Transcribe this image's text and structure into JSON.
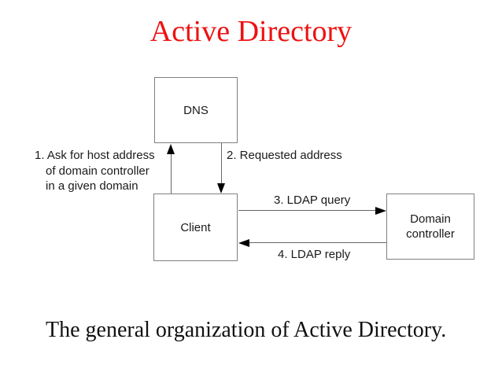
{
  "slide": {
    "title": "Active Directory",
    "caption": "The general organization of Active Directory."
  },
  "diagram": {
    "nodes": {
      "dns": {
        "label": "DNS"
      },
      "client": {
        "label": "Client"
      },
      "domain_controller": {
        "label_line1": "Domain",
        "label_line2": "controller"
      }
    },
    "edge_labels": {
      "step1_line1": "1. Ask for host address",
      "step1_line2": "of domain controller",
      "step1_line3": "in a given domain",
      "step2": "2. Requested address",
      "step3": "3. LDAP query",
      "step4": "4. LDAP reply"
    }
  },
  "colors": {
    "title_red": "#ee1111",
    "box_border": "#7f7f7f",
    "connector_line": "#666666",
    "arrowhead": "#000000",
    "diagram_text": "#1a1a1a",
    "caption_text": "#111111",
    "background": "#ffffff"
  }
}
